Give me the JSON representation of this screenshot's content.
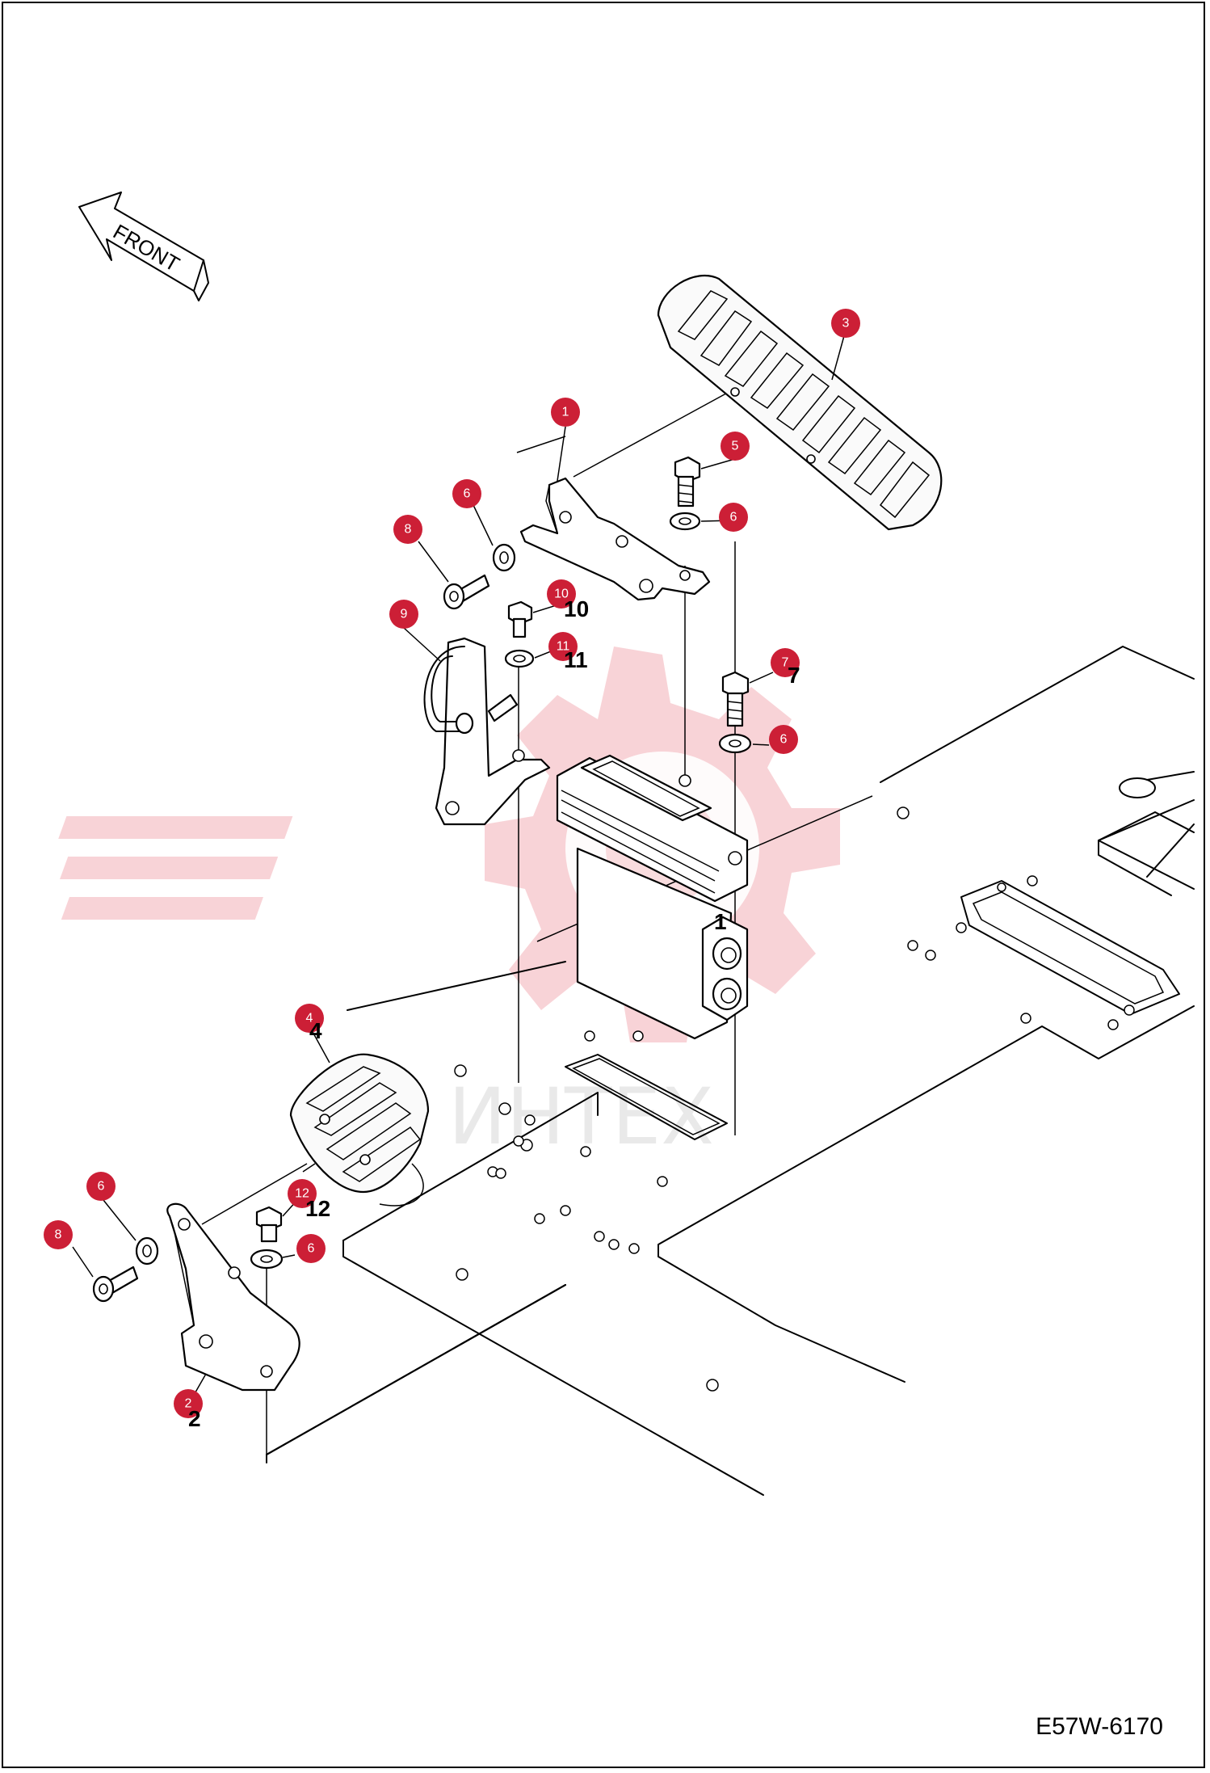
{
  "diagram": {
    "drawing_code": "E57W-6170",
    "front_label": "FRONT",
    "watermark_text": "ИНТЕХ",
    "callout_color": "#cc1f36",
    "watermark_color": "#f3b0b6",
    "callouts": [
      {
        "id": "c1",
        "label": "1"
      },
      {
        "id": "c2",
        "label": "2"
      },
      {
        "id": "c3",
        "label": "3"
      },
      {
        "id": "c4",
        "label": "4"
      },
      {
        "id": "c5",
        "label": "5"
      },
      {
        "id": "c6a",
        "label": "6"
      },
      {
        "id": "c6b",
        "label": "6"
      },
      {
        "id": "c6c",
        "label": "6"
      },
      {
        "id": "c6d",
        "label": "6"
      },
      {
        "id": "c6e",
        "label": "6"
      },
      {
        "id": "c7",
        "label": "7"
      },
      {
        "id": "c8a",
        "label": "8"
      },
      {
        "id": "c8b",
        "label": "8"
      },
      {
        "id": "c9",
        "label": "9"
      },
      {
        "id": "c10",
        "label": "10"
      },
      {
        "id": "c11",
        "label": "11"
      },
      {
        "id": "c12",
        "label": "12"
      }
    ],
    "part_numbers": {
      "pn10": "10",
      "pn11": "11",
      "pn12": "12",
      "pn4": "4",
      "pn2": "2",
      "pn7": "7",
      "pn1v": "1"
    }
  }
}
